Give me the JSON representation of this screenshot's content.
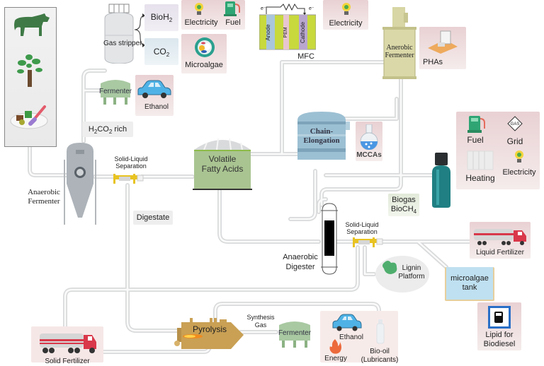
{
  "feedstocks": [
    "cow-manure",
    "lignocellulosic-biomass",
    "food-waste"
  ],
  "labels": {
    "anaerobic_fermenter_left": "Anaerobic Fermenter",
    "anaerobic_fermenter_top": "Anerobic Fermenter",
    "gas_stripper": "Gas stripper",
    "bioh2": "BioH",
    "bioh2_sub": "2",
    "co2": "CO",
    "co2_sub": "2",
    "electricity": "Electricity",
    "fuel": "Fuel",
    "microalgae": "Microalgae",
    "fermenter": "Fermenter",
    "ethanol": "Ethanol",
    "h2co2_rich": {
      "h": "H",
      "s1": "2",
      "co": "CO",
      "s2": "2",
      "rich": " rich"
    },
    "mfc": "MFC",
    "mfc_anode": "Anode",
    "mfc_pem": "PEM",
    "mfc_cathode": "Cathode",
    "mfc_electron": "e⁻",
    "mfc_electricity": "Electricity",
    "phas": "PHAs",
    "solid_liquid_1": "Solid-Liquid Separation",
    "solid_liquid_2": "Solid-Liquid Separation",
    "vfa": "Volatile Fatty Acids",
    "chain_elongation": "Chain-Elongation",
    "mccas": "MCCAs",
    "digestate": "Digestate",
    "biogas_line1": "Biogas",
    "biogas_line2": "BioCH",
    "biogas_sub": "4",
    "biogas_uses": {
      "fuel": "Fuel",
      "grid": "Grid",
      "grid_icon": "GAS",
      "heating": "Heating",
      "electricity": "Electricity"
    },
    "anaerobic_digester": "Anaerobic Digester",
    "lignin_platform": "Lignin Platform",
    "liquid_fertilizer": "Liquid Fertilizer",
    "microalgae_tank": "microalgae tank",
    "lipid_biodiesel": "Lipid for Biodiesel",
    "pyrolysis": "Pyrolysis",
    "synthesis_gas": "Synthesis Gas",
    "fermenter_bottom": "Fermenter",
    "ethanol_bottom": "Ethanol",
    "energy": "Energy",
    "bio_oil": "Bio-oil (Lubricants)",
    "solid_fertilizer": "Solid Fertilizer"
  },
  "colors": {
    "pipe": "#d9dadb",
    "vfa_tank": "#a9c491",
    "chain_tank": "#8fb2c4",
    "biogas_bottle": "#1f7f82",
    "pyrolysis": "#c9a054",
    "separator": "#e8c322",
    "cow": "#3f7a46",
    "truck_red": "#d9384a"
  }
}
